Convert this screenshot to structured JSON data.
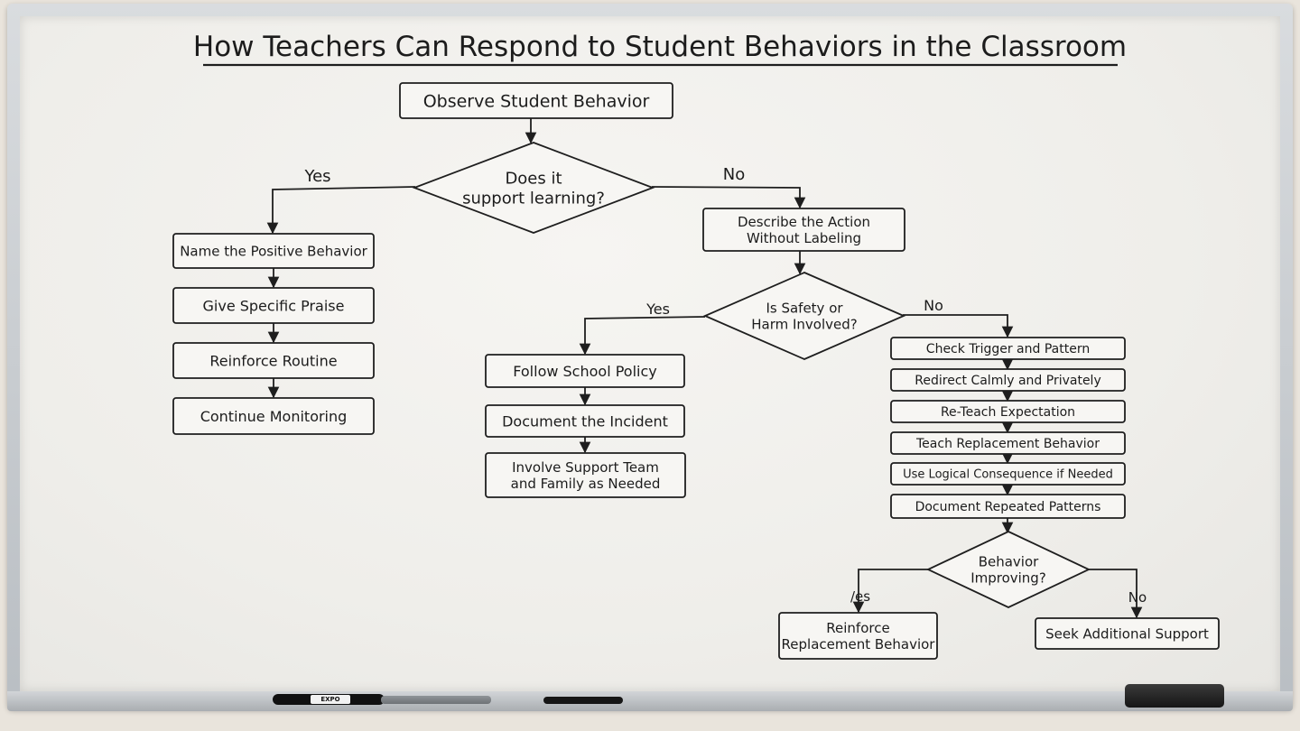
{
  "title": "How Teachers Can Respond to Student Behaviors in the Classroom",
  "nodes": [
    {
      "id": "observe",
      "lines": [
        "Observe Student Behavior"
      ]
    },
    {
      "id": "supports-learning",
      "lines": [
        "Does it",
        "support learning?"
      ]
    },
    {
      "id": "name-positive",
      "lines": [
        "Name the Positive Behavior"
      ]
    },
    {
      "id": "specific-praise",
      "lines": [
        "Give Specific Praise"
      ]
    },
    {
      "id": "reinforce-routine",
      "lines": [
        "Reinforce Routine"
      ]
    },
    {
      "id": "continue-monitoring",
      "lines": [
        "Continue Monitoring"
      ]
    },
    {
      "id": "describe-action",
      "lines": [
        "Describe the Action",
        "Without Labeling"
      ]
    },
    {
      "id": "safety-harm",
      "lines": [
        "Is Safety or",
        "Harm Involved?"
      ]
    },
    {
      "id": "school-policy",
      "lines": [
        "Follow School Policy"
      ]
    },
    {
      "id": "document-incident",
      "lines": [
        "Document the Incident"
      ]
    },
    {
      "id": "support-team",
      "lines": [
        "Involve Support Team",
        "and Family as Needed"
      ]
    },
    {
      "id": "check-trigger",
      "lines": [
        "Check Trigger and Pattern"
      ]
    },
    {
      "id": "redirect",
      "lines": [
        "Redirect Calmly and Privately"
      ]
    },
    {
      "id": "re-teach",
      "lines": [
        "Re-Teach Expectation"
      ]
    },
    {
      "id": "replacement",
      "lines": [
        "Teach Replacement Behavior"
      ]
    },
    {
      "id": "logical-consequence",
      "lines": [
        "Use Logical Consequence if Needed"
      ]
    },
    {
      "id": "document-patterns",
      "lines": [
        "Document Repeated Patterns"
      ]
    },
    {
      "id": "improving",
      "lines": [
        "Behavior",
        "Improving?"
      ]
    },
    {
      "id": "reinforce-replacement",
      "lines": [
        "Reinforce",
        "Replacement Behavior"
      ]
    },
    {
      "id": "seek-support",
      "lines": [
        "Seek Additional Support"
      ]
    }
  ],
  "edge_labels": {
    "learning_yes": "Yes",
    "learning_no": "No",
    "safety_yes": "Yes",
    "safety_no": "No",
    "improving_yes": "/es",
    "improving_no": "No"
  },
  "colors": {
    "ink": "#1e1e1e",
    "board": "#f3f2ef",
    "frame": "#c4c8cc"
  },
  "tray_items": {
    "marker_brand": "EXPO"
  }
}
